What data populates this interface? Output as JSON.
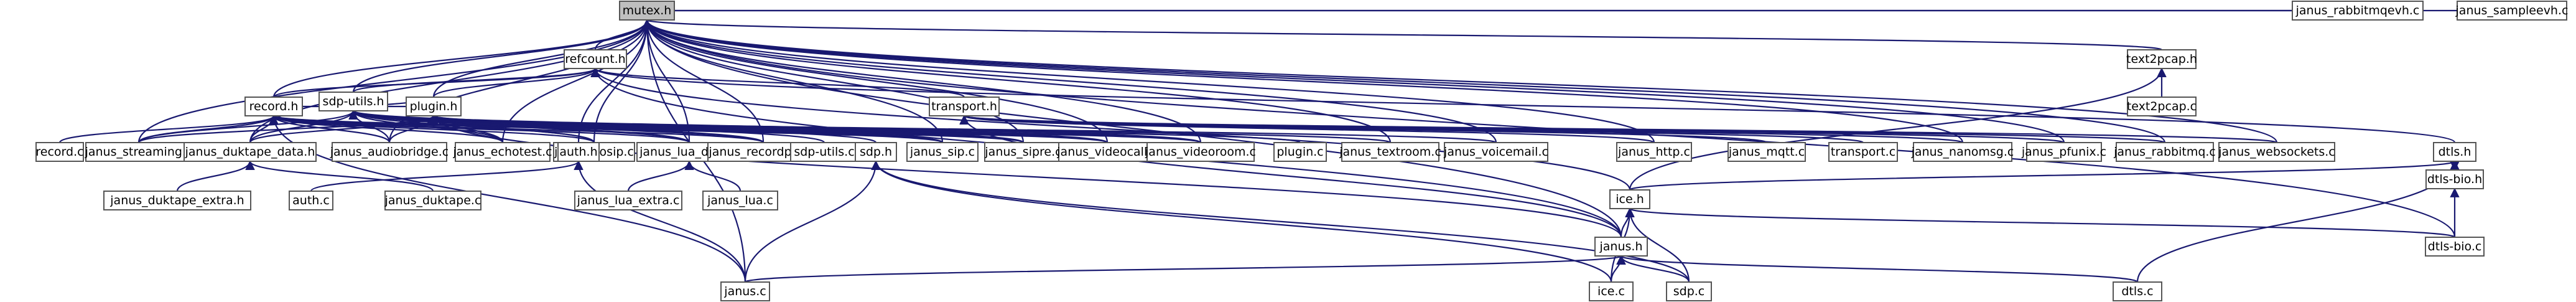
{
  "graph": {
    "nodes": [
      {
        "id": "mutex_h",
        "label": "mutex.h",
        "root": true
      },
      {
        "id": "refcount_h",
        "label": "refcount.h"
      },
      {
        "id": "record_h",
        "label": "record.h"
      },
      {
        "id": "sdp_utils_h",
        "label": "sdp-utils.h"
      },
      {
        "id": "plugin_h",
        "label": "plugin.h"
      },
      {
        "id": "transport_h",
        "label": "transport.h"
      },
      {
        "id": "text2pcap_h",
        "label": "text2pcap.h"
      },
      {
        "id": "text2pcap_c",
        "label": "text2pcap.c"
      },
      {
        "id": "janus_rabbitmqevh_c",
        "label": "janus_rabbitmqevh.c"
      },
      {
        "id": "janus_sampleevh_c",
        "label": "janus_sampleevh.c"
      },
      {
        "id": "record_c",
        "label": "record.c"
      },
      {
        "id": "janus_streaming_c",
        "label": "janus_streaming.c"
      },
      {
        "id": "janus_duktape_data_h",
        "label": "janus_duktape_data.h"
      },
      {
        "id": "janus_audiobridge_c",
        "label": "janus_audiobridge.c"
      },
      {
        "id": "janus_echotest_c",
        "label": "janus_echotest.c"
      },
      {
        "id": "janus_nosip_c",
        "label": "janus_nosip.c"
      },
      {
        "id": "auth_h",
        "label": "auth.h"
      },
      {
        "id": "janus_lua_data_h",
        "label": "janus_lua_data.h"
      },
      {
        "id": "janus_recordplay_c",
        "label": "janus_recordplay.c"
      },
      {
        "id": "sdp_utils_c",
        "label": "sdp-utils.c"
      },
      {
        "id": "sdp_h",
        "label": "sdp.h"
      },
      {
        "id": "janus_sip_c",
        "label": "janus_sip.c"
      },
      {
        "id": "janus_sipre_c",
        "label": "janus_sipre.c"
      },
      {
        "id": "janus_videocall_c",
        "label": "janus_videocall.c"
      },
      {
        "id": "janus_videoroom_c",
        "label": "janus_videoroom.c"
      },
      {
        "id": "plugin_c",
        "label": "plugin.c"
      },
      {
        "id": "janus_textroom_c",
        "label": "janus_textroom.c"
      },
      {
        "id": "janus_voicemail_c",
        "label": "janus_voicemail.c"
      },
      {
        "id": "janus_http_c",
        "label": "janus_http.c"
      },
      {
        "id": "janus_mqtt_c",
        "label": "janus_mqtt.c"
      },
      {
        "id": "transport_c",
        "label": "transport.c"
      },
      {
        "id": "janus_nanomsg_c",
        "label": "janus_nanomsg.c"
      },
      {
        "id": "janus_pfunix_c",
        "label": "janus_pfunix.c"
      },
      {
        "id": "janus_rabbitmq_c",
        "label": "janus_rabbitmq.c"
      },
      {
        "id": "janus_websockets_c",
        "label": "janus_websockets.c"
      },
      {
        "id": "dtls_h",
        "label": "dtls.h"
      },
      {
        "id": "dtls_bio_h",
        "label": "dtls-bio.h"
      },
      {
        "id": "ice_h",
        "label": "ice.h"
      },
      {
        "id": "janus_duktape_extra_h",
        "label": "janus_duktape_extra.h"
      },
      {
        "id": "auth_c",
        "label": "auth.c"
      },
      {
        "id": "janus_duktape_c",
        "label": "janus_duktape.c"
      },
      {
        "id": "janus_lua_extra_c",
        "label": "janus_lua_extra.c"
      },
      {
        "id": "janus_lua_c",
        "label": "janus_lua.c"
      },
      {
        "id": "janus_h",
        "label": "janus.h"
      },
      {
        "id": "dtls_bio_c",
        "label": "dtls-bio.c"
      },
      {
        "id": "janus_c",
        "label": "janus.c"
      },
      {
        "id": "ice_c",
        "label": "ice.c"
      },
      {
        "id": "sdp_c",
        "label": "sdp.c"
      },
      {
        "id": "dtls_c",
        "label": "dtls.c"
      }
    ],
    "edges": [
      [
        "refcount_h",
        "mutex_h"
      ],
      [
        "record_h",
        "mutex_h"
      ],
      [
        "sdp_utils_h",
        "mutex_h"
      ],
      [
        "plugin_h",
        "mutex_h"
      ],
      [
        "text2pcap_h",
        "mutex_h"
      ],
      [
        "janus_rabbitmqevh_c",
        "mutex_h"
      ],
      [
        "janus_sampleevh_c",
        "mutex_h"
      ],
      [
        "janus_streaming_c",
        "mutex_h"
      ],
      [
        "janus_duktape_data_h",
        "mutex_h"
      ],
      [
        "janus_audiobridge_c",
        "mutex_h"
      ],
      [
        "janus_echotest_c",
        "mutex_h"
      ],
      [
        "janus_nosip_c",
        "mutex_h"
      ],
      [
        "janus_lua_data_h",
        "mutex_h"
      ],
      [
        "janus_recordplay_c",
        "mutex_h"
      ],
      [
        "janus_sip_c",
        "mutex_h"
      ],
      [
        "janus_sipre_c",
        "mutex_h"
      ],
      [
        "janus_videocall_c",
        "mutex_h"
      ],
      [
        "janus_videoroom_c",
        "mutex_h"
      ],
      [
        "janus_textroom_c",
        "mutex_h"
      ],
      [
        "janus_voicemail_c",
        "mutex_h"
      ],
      [
        "janus_http_c",
        "mutex_h"
      ],
      [
        "janus_nanomsg_c",
        "mutex_h"
      ],
      [
        "janus_pfunix_c",
        "mutex_h"
      ],
      [
        "janus_rabbitmq_c",
        "mutex_h"
      ],
      [
        "janus_websockets_c",
        "mutex_h"
      ],
      [
        "dtls_bio_c",
        "mutex_h"
      ],
      [
        "janus_h",
        "mutex_h"
      ],
      [
        "janus_c",
        "mutex_h"
      ],
      [
        "auth_h",
        "mutex_h"
      ],
      [
        "record_h",
        "refcount_h"
      ],
      [
        "sdp_utils_h",
        "refcount_h"
      ],
      [
        "plugin_h",
        "refcount_h"
      ],
      [
        "transport_h",
        "refcount_h"
      ],
      [
        "ice_h",
        "refcount_h"
      ],
      [
        "janus_h",
        "refcount_h"
      ],
      [
        "dtls_h",
        "refcount_h"
      ],
      [
        "plugin_h",
        "record_h"
      ],
      [
        "record_c",
        "record_h"
      ],
      [
        "janus_streaming_c",
        "record_h"
      ],
      [
        "janus_duktape_data_h",
        "record_h"
      ],
      [
        "janus_audiobridge_c",
        "record_h"
      ],
      [
        "janus_echotest_c",
        "record_h"
      ],
      [
        "janus_nosip_c",
        "record_h"
      ],
      [
        "janus_lua_data_h",
        "record_h"
      ],
      [
        "janus_recordplay_c",
        "record_h"
      ],
      [
        "janus_sip_c",
        "record_h"
      ],
      [
        "janus_sipre_c",
        "record_h"
      ],
      [
        "janus_videocall_c",
        "record_h"
      ],
      [
        "janus_videoroom_c",
        "record_h"
      ],
      [
        "janus_c",
        "record_h"
      ],
      [
        "plugin_h",
        "sdp_utils_h"
      ],
      [
        "sdp_utils_c",
        "sdp_utils_h"
      ],
      [
        "sdp_h",
        "sdp_utils_h"
      ],
      [
        "janus_nosip_c",
        "sdp_utils_h"
      ],
      [
        "janus_sip_c",
        "sdp_utils_h"
      ],
      [
        "janus_sipre_c",
        "sdp_utils_h"
      ],
      [
        "janus_streaming_c",
        "sdp_utils_h"
      ],
      [
        "janus_audiobridge_c",
        "sdp_utils_h"
      ],
      [
        "janus_echotest_c",
        "sdp_utils_h"
      ],
      [
        "janus_recordplay_c",
        "sdp_utils_h"
      ],
      [
        "janus_videocall_c",
        "sdp_utils_h"
      ],
      [
        "janus_videoroom_c",
        "sdp_utils_h"
      ],
      [
        "janus_duktape_data_h",
        "sdp_utils_h"
      ],
      [
        "janus_lua_data_h",
        "sdp_utils_h"
      ],
      [
        "janus_streaming_c",
        "plugin_h"
      ],
      [
        "janus_duktape_data_h",
        "plugin_h"
      ],
      [
        "janus_audiobridge_c",
        "plugin_h"
      ],
      [
        "janus_echotest_c",
        "plugin_h"
      ],
      [
        "janus_nosip_c",
        "plugin_h"
      ],
      [
        "janus_lua_data_h",
        "plugin_h"
      ],
      [
        "janus_recordplay_c",
        "plugin_h"
      ],
      [
        "janus_sip_c",
        "plugin_h"
      ],
      [
        "janus_sipre_c",
        "plugin_h"
      ],
      [
        "janus_videocall_c",
        "plugin_h"
      ],
      [
        "janus_videoroom_c",
        "plugin_h"
      ],
      [
        "plugin_c",
        "plugin_h"
      ],
      [
        "janus_textroom_c",
        "plugin_h"
      ],
      [
        "janus_voicemail_c",
        "plugin_h"
      ],
      [
        "janus_h",
        "plugin_h"
      ],
      [
        "janus_http_c",
        "transport_h"
      ],
      [
        "janus_mqtt_c",
        "transport_h"
      ],
      [
        "transport_c",
        "transport_h"
      ],
      [
        "janus_nanomsg_c",
        "transport_h"
      ],
      [
        "janus_pfunix_c",
        "transport_h"
      ],
      [
        "janus_rabbitmq_c",
        "transport_h"
      ],
      [
        "janus_websockets_c",
        "transport_h"
      ],
      [
        "janus_h",
        "transport_h"
      ],
      [
        "text2pcap_c",
        "text2pcap_h"
      ],
      [
        "ice_h",
        "text2pcap_h"
      ],
      [
        "janus_duktape_extra_h",
        "janus_duktape_data_h"
      ],
      [
        "janus_duktape_c",
        "janus_duktape_data_h"
      ],
      [
        "auth_c",
        "auth_h"
      ],
      [
        "janus_c",
        "auth_h"
      ],
      [
        "janus_lua_extra_c",
        "janus_lua_data_h"
      ],
      [
        "janus_lua_c",
        "janus_lua_data_h"
      ],
      [
        "ice_c",
        "sdp_h"
      ],
      [
        "sdp_c",
        "sdp_h"
      ],
      [
        "janus_c",
        "sdp_h"
      ],
      [
        "ice_h",
        "dtls_h"
      ],
      [
        "dtls_bio_h",
        "dtls_h"
      ],
      [
        "dtls_bio_c",
        "dtls_bio_h"
      ],
      [
        "dtls_h",
        "dtls_bio_h"
      ],
      [
        "dtls_c",
        "dtls_h"
      ],
      [
        "janus_h",
        "ice_h"
      ],
      [
        "ice_c",
        "ice_h"
      ],
      [
        "sdp_c",
        "ice_h"
      ],
      [
        "dtls_bio_c",
        "ice_h"
      ],
      [
        "janus_c",
        "janus_h"
      ],
      [
        "ice_c",
        "janus_h"
      ],
      [
        "sdp_c",
        "janus_h"
      ],
      [
        "dtls_c",
        "janus_h"
      ]
    ]
  }
}
